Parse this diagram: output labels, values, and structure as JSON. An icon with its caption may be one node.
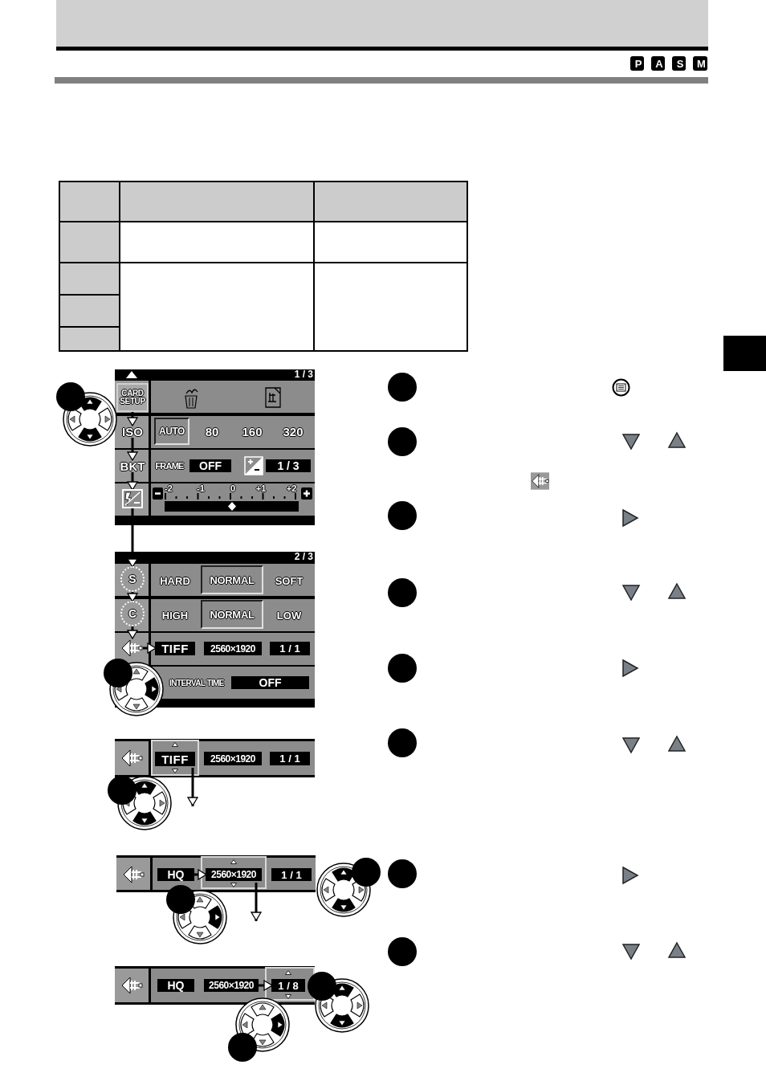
{
  "diagram": {
    "nodes": [
      {
        "text": [
          "CARD SETUP"
        ]
      },
      {
        "text": [
          "ISO"
        ]
      },
      {
        "text": [
          "BKT"
        ]
      },
      {
        "text": [
          "OFF"
        ]
      },
      {
        "text": [
          "1 / 3"
        ]
      },
      {
        "text": [],
        "shape": "picture"
      },
      {
        "text": [
          "S"
        ]
      },
      {
        "text": [
          "C"
        ]
      },
      {
        "text": [],
        "shape": "picture"
      },
      {
        "text": [
          "TIFF"
        ]
      },
      {
        "text": [
          "2560×1920"
        ]
      },
      {
        "text": [
          "1 / 1"
        ]
      },
      {
        "text": [
          "OFF"
        ]
      },
      {
        "text": [
          "TIFF"
        ]
      },
      {
        "text": [
          "2560×1920"
        ]
      },
      {
        "text": [
          "1 / 1"
        ]
      },
      {
        "text": [
          "HQ"
        ]
      },
      {
        "text": [
          "2560×1920"
        ]
      },
      {
        "text": [
          "1 / 1"
        ]
      },
      {
        "text": [
          "HQ"
        ]
      },
      {
        "text": [
          "2560×1920"
        ]
      },
      {
        "text": [
          "1 / 8"
        ]
      }
    ],
    "edges": [
      {
        "from": 0,
        "to": 1,
        "arrow": "to"
      },
      {
        "from": 1,
        "to": 2,
        "arrow": "to"
      },
      {
        "from": 2,
        "to": 5,
        "arrow": "to"
      },
      {
        "from": 5,
        "to": 6,
        "arrow": "to"
      },
      {
        "from": 6,
        "to": 7,
        "arrow": "to"
      },
      {
        "from": 7,
        "to": 8,
        "arrow": "to"
      },
      {
        "from": 8,
        "to": 9,
        "arrow": "to"
      },
      {
        "from": 13,
        "to": null,
        "arrow": "to"
      },
      {
        "from": 16,
        "to": 17,
        "arrow": "to"
      },
      {
        "from": 17,
        "to": null,
        "arrow": "to"
      },
      {
        "from": 20,
        "to": 21,
        "arrow": "to"
      }
    ],
    "labels": [
      "P",
      "A",
      "S",
      "M",
      "1 / 3",
      "AUTO",
      "80",
      "160",
      "320",
      "FRAME",
      "-2",
      "-1",
      "0",
      "+1",
      "+2",
      "2 / 3",
      "HARD",
      "NORMAL",
      "SOFT",
      "HIGH",
      "NORMAL",
      "LOW",
      "INTERVAL TIME"
    ]
  }
}
